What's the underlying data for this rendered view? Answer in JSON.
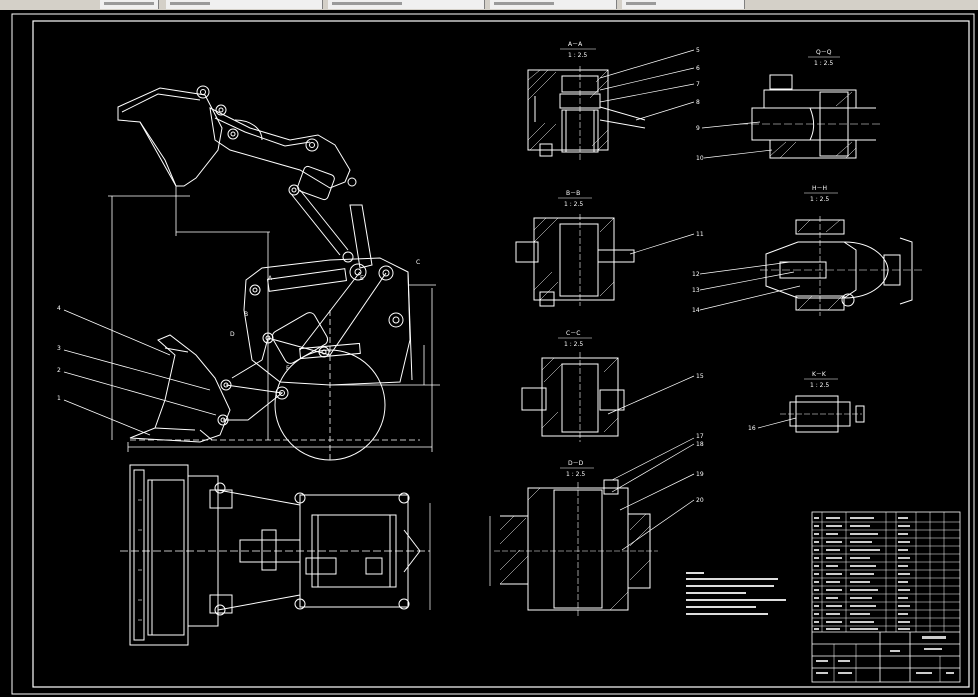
{
  "views": [
    {
      "key": "aa",
      "title": "A－A",
      "scale": "1 : 2.5"
    },
    {
      "key": "qq",
      "title": "Q－Q",
      "scale": "1 : 2.5"
    },
    {
      "key": "bb",
      "title": "B－B",
      "scale": "1 : 2.5"
    },
    {
      "key": "hh",
      "title": "H－H",
      "scale": "1 : 2.5"
    },
    {
      "key": "cc",
      "title": "C－C",
      "scale": "1 : 2.5"
    },
    {
      "key": "kk",
      "title": "K－K",
      "scale": "1 : 2.5"
    },
    {
      "key": "dd",
      "title": "D－D",
      "scale": "1 : 2.5"
    }
  ],
  "part_numbers": {
    "left": [
      "4",
      "3",
      "2",
      "1"
    ],
    "aa": [
      "5",
      "6",
      "7",
      "8"
    ],
    "qq": [
      "9",
      "10"
    ],
    "bb": [
      "11"
    ],
    "hh": [
      "12",
      "13",
      "14"
    ],
    "cc": [
      "15"
    ],
    "kk": [
      "16"
    ],
    "dd": [
      "17",
      "18",
      "19",
      "20"
    ]
  },
  "point_labels": [
    "A",
    "B",
    "D",
    "E",
    "F",
    "C"
  ]
}
